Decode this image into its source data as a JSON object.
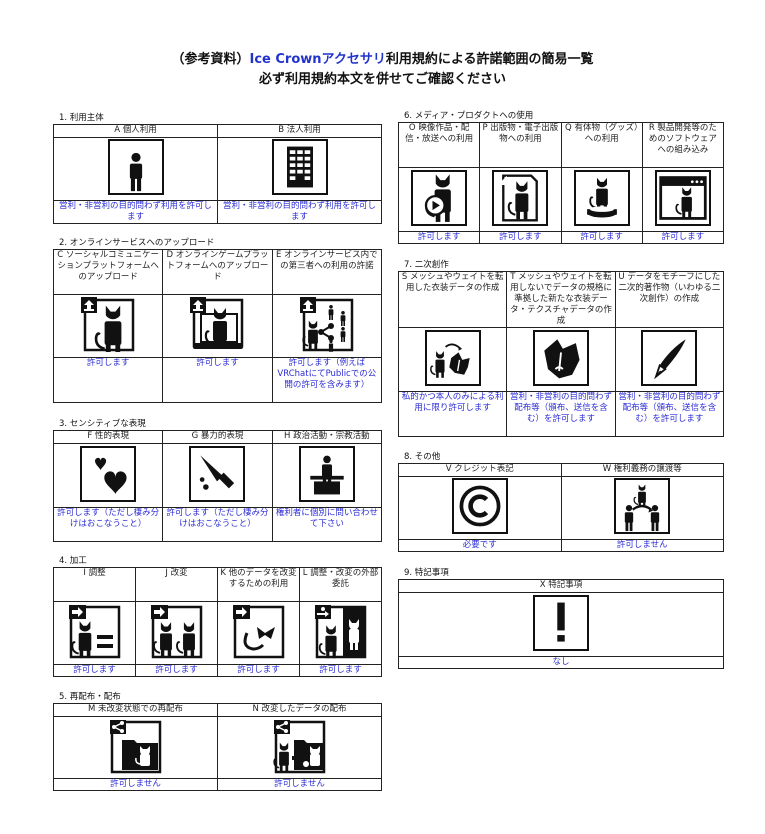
{
  "title": {
    "line1_prefix": "（参考資料）",
    "line1_accent": "Ice Crownアクセサリ",
    "line1_suffix": "利用規約による許諾範囲の簡易一覧",
    "line2": "必ず利用規約本文を併せてご確認ください"
  },
  "colors": {
    "status_text": "#2b2bd6",
    "title_accent": "#2233cc",
    "border": "#222222"
  },
  "sections": [
    {
      "heading": "1. 利用主体",
      "items": [
        {
          "label": "A 個人利用",
          "icon": "person-icon",
          "status": "営利・非営利の目的問わず利用を許可します"
        },
        {
          "label": "B 法人利用",
          "icon": "building-icon",
          "status": "営利・非営利の目的問わず利用を許可します"
        }
      ]
    },
    {
      "heading": "2. オンラインサービスへのアップロード",
      "items": [
        {
          "label": "C ソーシャルコミュニケーションプラットフォームへのアップロード",
          "icon": "upload-avatar-icon",
          "status": "許可します"
        },
        {
          "label": "D オンラインゲームプラットフォームへのアップロード",
          "icon": "upload-game-icon",
          "status": "許可します"
        },
        {
          "label": "E オンラインサービス内での第三者への利用の許諾",
          "icon": "upload-share-icon",
          "status": "許可します（例えばVRChatにてPublicでの公開の許可を含みます）"
        }
      ]
    },
    {
      "heading": "3. センシティブな表現",
      "items": [
        {
          "label": "F 性的表現",
          "icon": "hearts-icon",
          "status": "許可します（ただし棲み分けはおこなうこと）"
        },
        {
          "label": "G 暴力的表現",
          "icon": "knife-icon",
          "status": "許可します（ただし棲み分けはおこなうこと）"
        },
        {
          "label": "H 政治活動・宗教活動",
          "icon": "podium-icon",
          "status": "権利者に個別に問い合わせて下さい"
        }
      ]
    },
    {
      "heading": "4. 加工",
      "items": [
        {
          "label": "I 調整",
          "icon": "adjust-icon",
          "status": "許可します"
        },
        {
          "label": "J 改変",
          "icon": "modify-icon",
          "status": "許可します"
        },
        {
          "label": "K 他のデータを改変するための利用",
          "icon": "reuse-parts-icon",
          "status": "許可します"
        },
        {
          "label": "L 調整・改変の外部委託",
          "icon": "outsource-icon",
          "status": "許可します"
        }
      ]
    },
    {
      "heading": "5. 再配布・配布",
      "items": [
        {
          "label": "M 未改変状態での再配布",
          "icon": "redistribute-icon",
          "status": "許可しません"
        },
        {
          "label": "N 改変したデータの配布",
          "icon": "distribute-modified-icon",
          "status": "許可しません"
        }
      ]
    },
    {
      "heading": "6. メディア・プロダクトへの使用",
      "items": [
        {
          "label": "O 映像作品・配信・放送への利用",
          "icon": "video-icon",
          "status": "許可します"
        },
        {
          "label": "P 出版物・電子出版物への利用",
          "icon": "publication-icon",
          "status": "許可します"
        },
        {
          "label": "Q 有体物（グッズ）への利用",
          "icon": "figure-icon",
          "status": "許可します"
        },
        {
          "label": "R 製品開発等のためのソフトウェアへの組み込み",
          "icon": "software-icon",
          "status": "許可します"
        }
      ]
    },
    {
      "heading": "7. 二次創作",
      "items": [
        {
          "label": "S メッシュやウェイトを転用した衣装データの作成",
          "icon": "costume-transfer-icon",
          "status": "私的かつ本人のみによる利用に限り許可します"
        },
        {
          "label": "T メッシュやウェイトを転用しないでデータの規格に準拠した新たな衣装データ・テクスチャデータの作成",
          "icon": "costume-icon",
          "status": "営利・非営利の目的問わず配布等（頒布、送信を含む）を許可します"
        },
        {
          "label": "U データをモチーフにした二次的著作物（いわゆる二次創作）の作成",
          "icon": "pen-icon",
          "status": "営利・非営利の目的問わず配布等（頒布、送信を含む）を許可します"
        }
      ]
    },
    {
      "heading": "8. その他",
      "items": [
        {
          "label": "V クレジット表記",
          "icon": "copyright-icon",
          "status": "必要です"
        },
        {
          "label": "W 権利義務の譲渡等",
          "icon": "transfer-rights-icon",
          "status": "許可しません"
        }
      ]
    },
    {
      "heading": "9. 特記事項",
      "items": [
        {
          "label": "X 特記事項",
          "icon": "exclamation-icon",
          "status": "なし"
        }
      ]
    }
  ]
}
